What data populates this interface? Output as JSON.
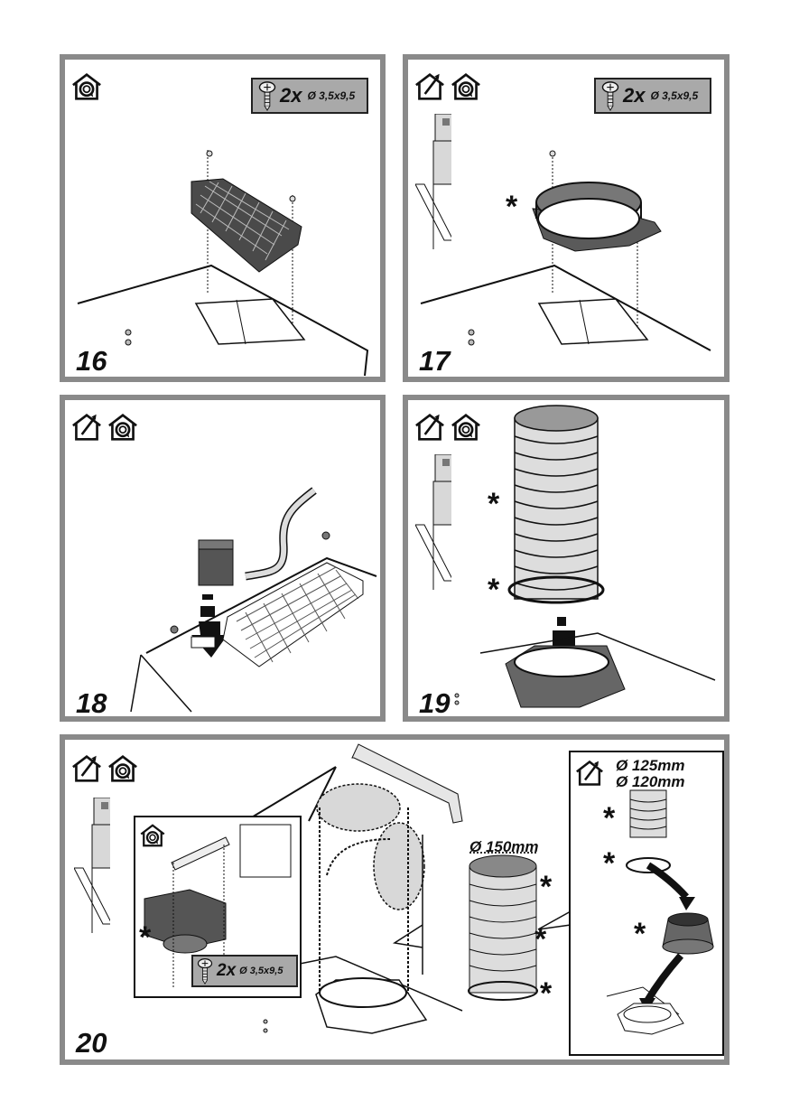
{
  "steps": [
    {
      "number": "16",
      "mode_icons": [
        "recirculation-house-icon"
      ],
      "screws": {
        "qty": "2x",
        "size": "Ø 3,5x9,5"
      }
    },
    {
      "number": "17",
      "mode_icons": [
        "ducted-exhaust-house-icon",
        "recirculation-house-icon"
      ],
      "screws": {
        "qty": "2x",
        "size": "Ø 3,5x9,5"
      },
      "optional_mark": "*"
    },
    {
      "number": "18",
      "mode_icons": [
        "ducted-exhaust-house-icon",
        "recirculation-house-icon"
      ]
    },
    {
      "number": "19",
      "mode_icons": [
        "ducted-exhaust-house-icon",
        "recirculation-house-icon"
      ],
      "optional_marks": [
        "*",
        "*"
      ]
    },
    {
      "number": "20",
      "mode_icons": [
        "ducted-exhaust-house-icon",
        "recirculation-house-icon"
      ],
      "recirc_inset": {
        "mode_icon": "recirculation-house-icon",
        "optional_mark": "*",
        "screws": {
          "qty": "2x",
          "size": "Ø 3,5x9,5"
        }
      },
      "duct_150": {
        "label": "Ø 150mm",
        "optional_marks": [
          "*",
          "*",
          "*"
        ]
      },
      "exhaust_inset": {
        "mode_icon": "ducted-exhaust-house-icon",
        "diameters": [
          "Ø 125mm",
          "Ø 120mm"
        ],
        "optional_marks": [
          "*",
          "*",
          "*"
        ]
      }
    }
  ],
  "colors": {
    "frame": "#8a8a8a",
    "part_dark": "#555555",
    "part_light": "#d8d8d8",
    "screwbox": "#a9a9a9"
  }
}
